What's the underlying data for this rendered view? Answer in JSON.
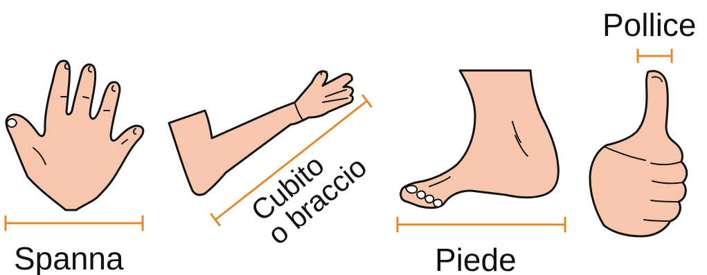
{
  "labels": {
    "spanna": "Spanna",
    "cubito_line1": "Cubito",
    "cubito_line2": "o braccio",
    "piede": "Piede",
    "pollice": "Pollice"
  },
  "colors": {
    "skin": "#f7c7ad",
    "outline": "#111111",
    "measure": "#e8872a"
  }
}
